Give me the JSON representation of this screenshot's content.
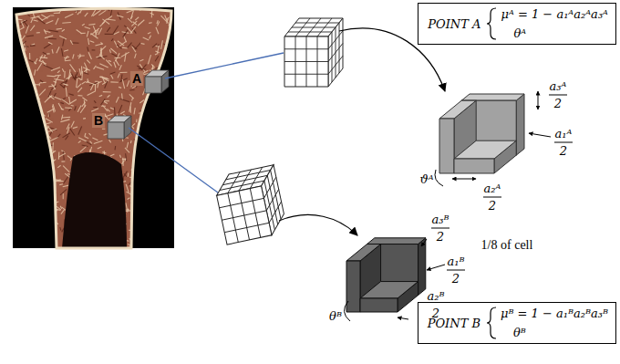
{
  "diagram": {
    "nodes": [
      {
        "text": [
          "POINT A",
          "μᴬ = 1 − a₁ᴬa₂ᴬa₃ᴬ",
          "θᴬ"
        ]
      },
      {
        "text": [
          "POINT B",
          "μᴮ = 1 − a₁ᴮa₂ᴮa₃ᴮ",
          "θᴮ"
        ]
      }
    ],
    "labels": [
      "A",
      "B",
      "a₃ᴬ",
      "2",
      "a₁ᴬ",
      "2",
      "a₂ᴬ",
      "2",
      "ϑᴬ",
      "1/8 of cell",
      "a₃ᴮ",
      "2",
      "a₁ᴮ",
      "2",
      "a₂ᴮ",
      "2",
      "θᴮ"
    ]
  }
}
